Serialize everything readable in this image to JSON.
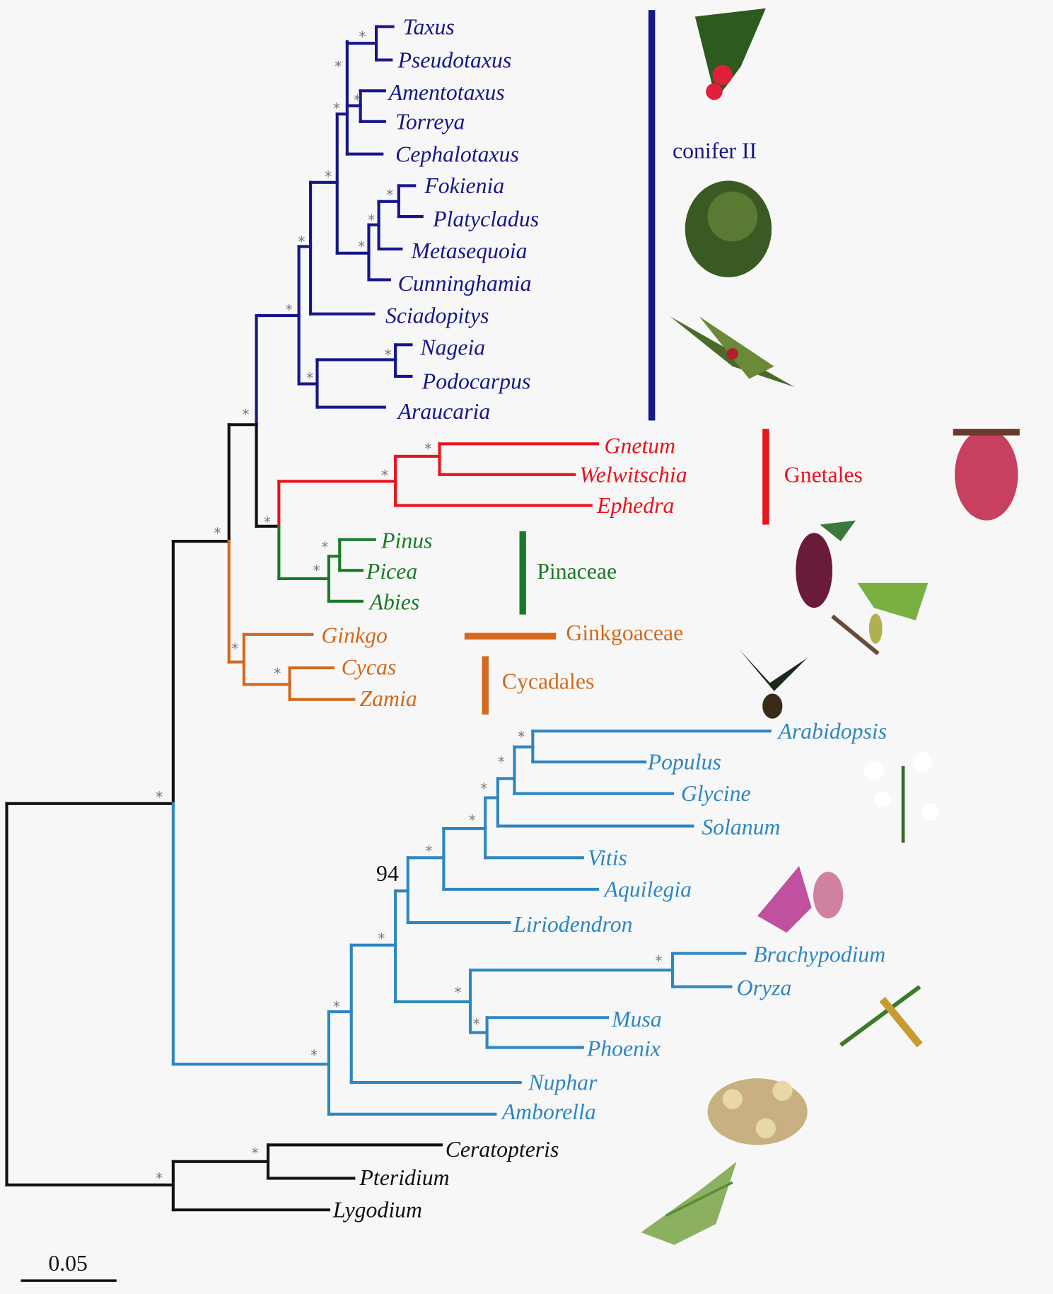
{
  "title": "Phylogenetic tree of land plants",
  "colors": {
    "conifer2": "#16168a",
    "gnetales": "#e8141e",
    "pinaceae": "#1a7a2a",
    "ginkgo_cycad": "#d2691e",
    "angio": "#2e86c1",
    "other": "#111111"
  },
  "taxa": [
    "Taxus",
    "Pseudotaxus",
    "Amentotaxus",
    "Torreya",
    "Cephalotaxus",
    "Fokienia",
    "Platycladus",
    "Metasequoia",
    "Cunninghamia",
    "Sciadopitys",
    "Nageia",
    "Podocarpus",
    "Araucaria",
    "Gnetum",
    "Welwitschia",
    "Ephedra",
    "Pinus",
    "Picea",
    "Abies",
    "Ginkgo",
    "Cycas",
    "Zamia",
    "Arabidopsis",
    "Populus",
    "Glycine",
    "Solanum",
    "Vitis",
    "Aquilegia",
    "Liriodendron",
    "Brachypodium",
    "Oryza",
    "Musa",
    "Phoenix",
    "Nuphar",
    "Amborella",
    "Ceratopteris",
    "Pteridium",
    "Lygodium"
  ],
  "clades": [
    "conifer II",
    "Gnetales",
    "Pinaceae",
    "Ginkgoaceae",
    "Cycadales"
  ],
  "support_star": "*",
  "support_value": "94",
  "scale_label": "0.05"
}
